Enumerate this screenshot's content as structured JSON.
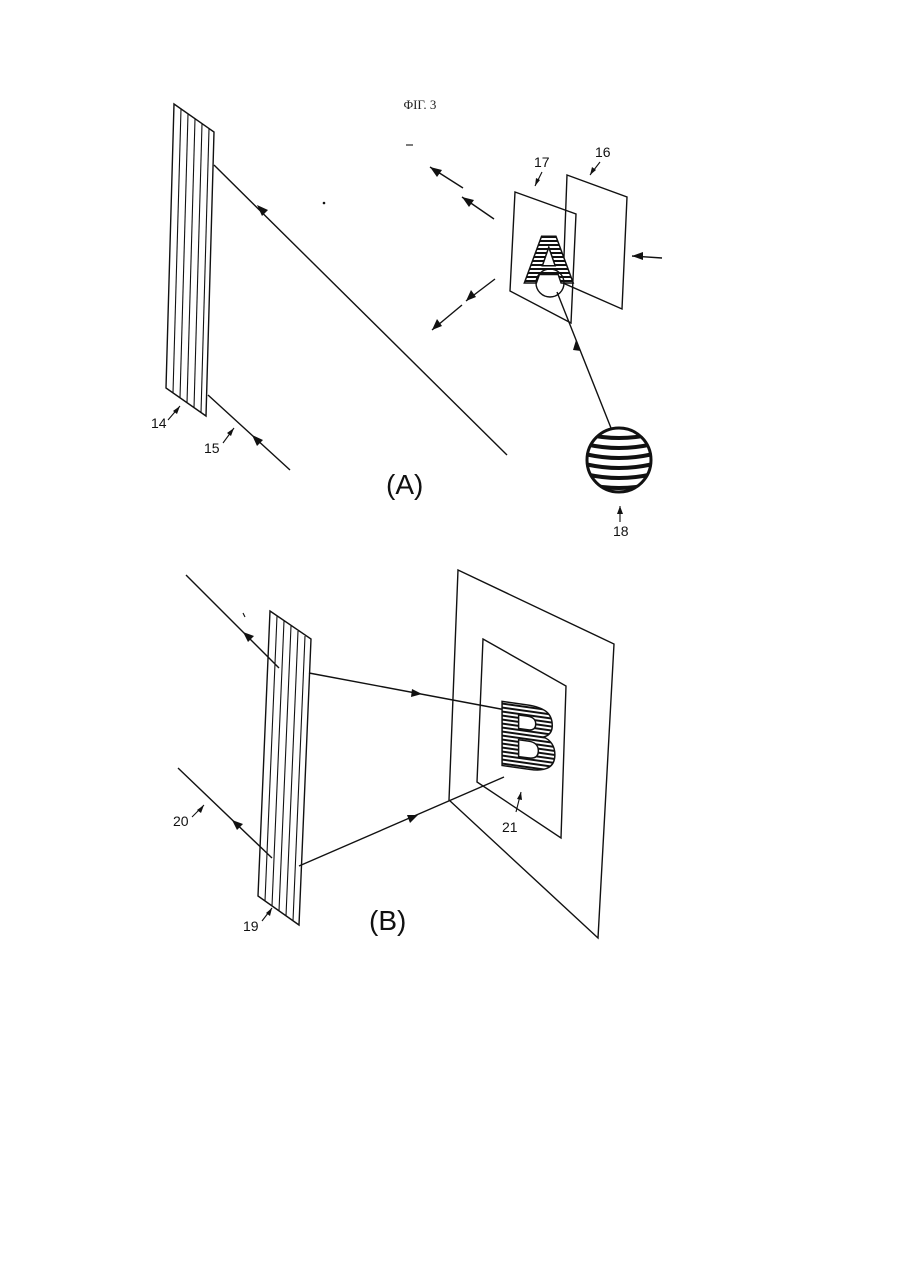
{
  "figure_title": "ΦΙΓ. 3",
  "panel_a": {
    "caption": "(A)",
    "letter": "A",
    "labels": {
      "l14": "14",
      "l15": "15",
      "l16": "16",
      "l17": "17",
      "l18": "18"
    }
  },
  "panel_b": {
    "caption": "(B)",
    "letter": "B",
    "labels": {
      "l19": "19",
      "l20": "20",
      "l21": "21"
    }
  }
}
